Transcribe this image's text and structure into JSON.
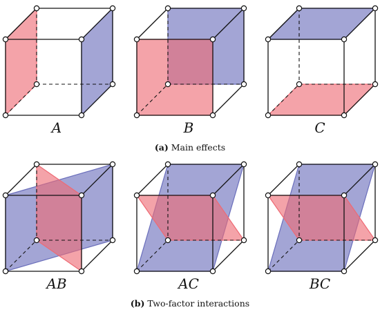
{
  "colors": {
    "red": "#ee6a74",
    "blue": "#6a6ebb",
    "edge": "#111111"
  },
  "cubes": [
    {
      "label": "A",
      "planes": [
        {
          "face": "left",
          "color": "red"
        },
        {
          "face": "right",
          "color": "blue"
        }
      ]
    },
    {
      "label": "B",
      "planes": [
        {
          "face": "back",
          "color": "blue"
        },
        {
          "face": "front",
          "color": "red"
        }
      ]
    },
    {
      "label": "C",
      "planes": [
        {
          "face": "top",
          "color": "blue"
        },
        {
          "face": "bottom",
          "color": "red"
        }
      ]
    },
    {
      "label": "AB",
      "planes": [
        {
          "face": "diag-ab-1",
          "color": "blue"
        },
        {
          "face": "diag-ab-2",
          "color": "red"
        }
      ]
    },
    {
      "label": "AC",
      "planes": [
        {
          "face": "diag-ac-1",
          "color": "blue"
        },
        {
          "face": "diag-ac-2",
          "color": "red"
        }
      ]
    },
    {
      "label": "BC",
      "planes": [
        {
          "face": "diag-bc-1",
          "color": "blue"
        },
        {
          "face": "diag-bc-2",
          "color": "red"
        }
      ]
    }
  ],
  "captions": [
    {
      "letter": "(a)",
      "text": " Main effects"
    },
    {
      "letter": "(b)",
      "text": " Two-factor interactions"
    }
  ]
}
